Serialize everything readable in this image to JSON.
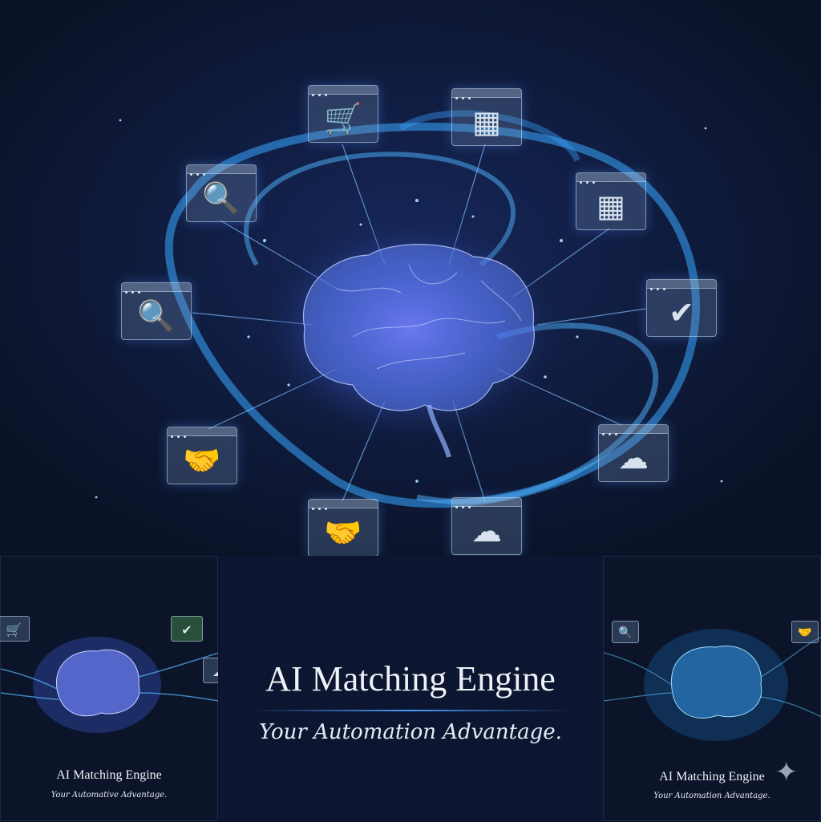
{
  "hero": {
    "panels": [
      {
        "name": "shopping-cart-icon",
        "glyph": "🛒"
      },
      {
        "name": "calendar-icon",
        "glyph": "▦"
      },
      {
        "name": "search-icon",
        "glyph": "🔍"
      },
      {
        "name": "calendar-icon",
        "glyph": "▦"
      },
      {
        "name": "search-icon",
        "glyph": "🔍"
      },
      {
        "name": "checkmark-icon",
        "glyph": "✔"
      },
      {
        "name": "handshake-icon",
        "glyph": "🤝"
      },
      {
        "name": "cloud-download-icon",
        "glyph": "☁"
      },
      {
        "name": "handshake-icon",
        "glyph": "🤝"
      },
      {
        "name": "cloud-download-icon",
        "glyph": "☁"
      }
    ]
  },
  "center": {
    "title": "AI Matching Engine",
    "tagline": "Your Automation Advantage."
  },
  "thumb_left": {
    "title": "AI Matching Engine",
    "tagline": "Your Automative Advantage."
  },
  "thumb_right": {
    "title": "AI Matching Engine",
    "tagline": "Your Automation Advantage."
  },
  "colors": {
    "accent": "#4a9cff",
    "background": "#0a1226",
    "brain": "#7aa6ff"
  }
}
